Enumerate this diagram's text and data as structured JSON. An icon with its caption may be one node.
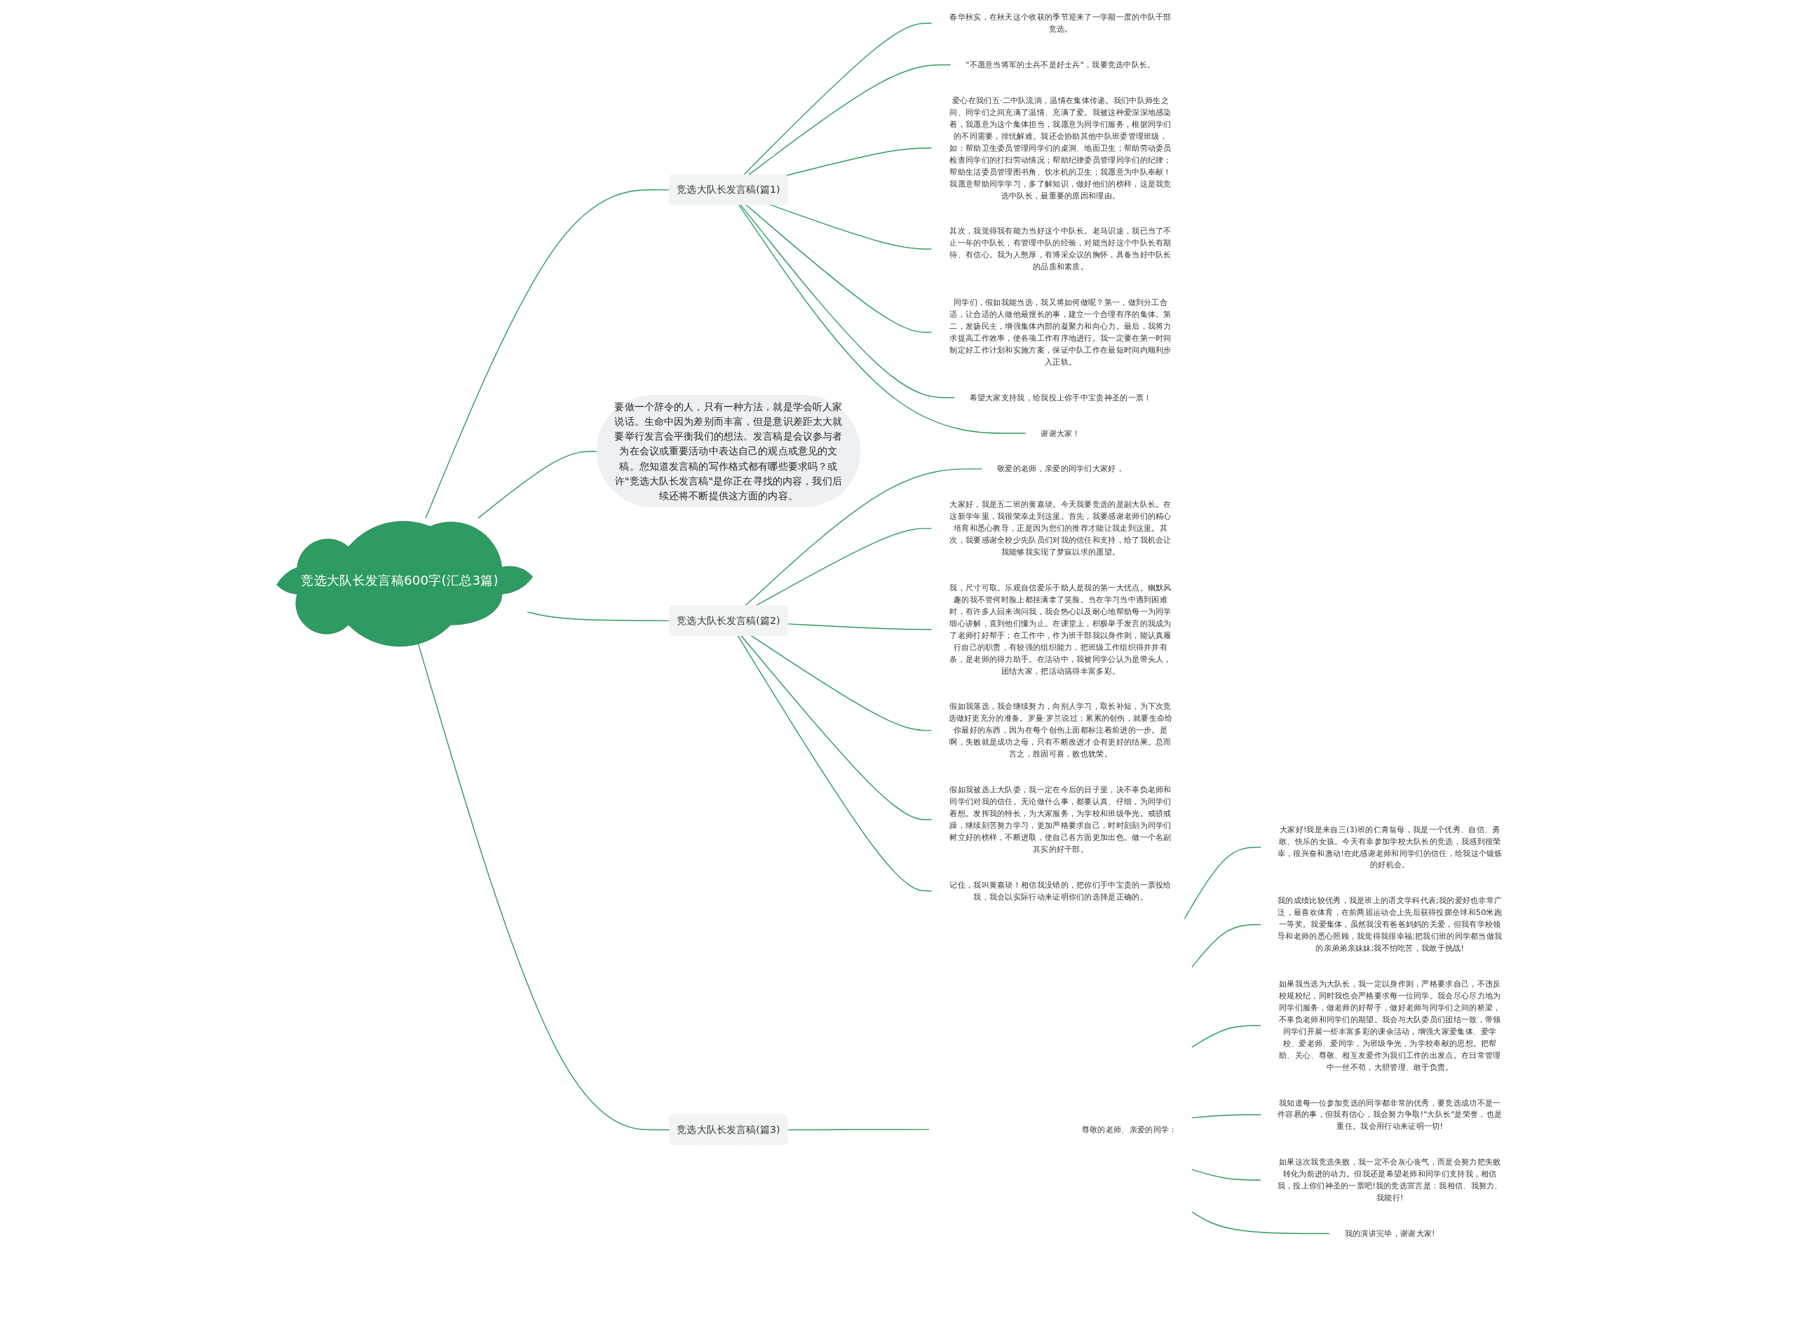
{
  "diagram": {
    "nodes": [
      {
        "text": [
          "竞选大队长发言稿600字(汇总3篇)"
        ]
      },
      {
        "text": [
          "竞选大队长发言稿(篇1)"
        ]
      },
      {
        "text": [
          "春华秋实，在秋天这个收获的季节迎来了一学期一度的中队干部竞选。"
        ]
      },
      {
        "text": [
          "\"不愿意当将军的士兵不是好士兵\"，我要竞选中队长。"
        ]
      },
      {
        "text": [
          "爱心在我们五·二中队流淌，温情在集体传递。我们中队师生之间、同学们之间充满了温情、充满了爱。我被这种爱深深地感染着，我愿意为这个集体担当，我愿意为同学们服务，根据同学们的不同需要，排忧解难。我还会协助其他中队班委管理班级，如：帮助卫生委员管理同学们的桌洞、地面卫生；帮助劳动委员检查同学们的打扫劳动情况；帮助纪律委员管理同学们的纪律；帮助生活委员管理图书角、饮水机的卫生；我愿意为中队奉献！我愿意帮助同学学习，多了解知识，做好他们的榜样，这是我竞选中队长，最重要的原因和理由。"
        ]
      },
      {
        "text": [
          "其次，我觉得我有能力当好这个中队长。老马识途，我已当了不止一年的中队长，有管理中队的经验，对能当好这个中队长有期待、有信心。我为人憨厚，有博采众议的胸怀，具备当好中队长的品质和素质。"
        ]
      },
      {
        "text": [
          "同学们，假如我能当选，我又将如何做呢？第一，做到分工合适，让合适的人做他最擅长的事，建立一个合理有序的集体。第二，发扬民主，增强集体内部的凝聚力和向心力。最后，我将力求提高工作效率，使各项工作有序地进行。我一定要在第一时间制定好工作计划和实施方案，保证中队工作在最短时间内顺利步入正轨。"
        ]
      },
      {
        "text": [
          "希望大家支持我，给我投上你手中宝贵神圣的一票！"
        ]
      },
      {
        "text": [
          "谢谢大家！"
        ]
      },
      {
        "text": [
          "要做一个辞令的人，只有一种方法，就是学会听人家说话。生命中因为差别而丰富，但是意识差距太大就要举行发言会平衡我们的想法。发言稿是会议参与者为在会议或重要活动中表达自己的观点或意见的文稿。您知道发言稿的写作格式都有哪些要求吗？或许\"竞选大队长发言稿\"是你正在寻找的内容，我们后续还将不断提供这方面的内容。"
        ]
      },
      {
        "text": [
          "竞选大队长发言稿(篇2)"
        ]
      },
      {
        "text": [
          "敬爱的老师，亲爱的同学们大家好，"
        ]
      },
      {
        "text": [
          "大家好，我是五二班的黄嘉琰。今天我要竞选的是副大队长。在这新学年里，我很荣幸走到这里。首先，我要感谢老师们的精心培育和悉心教导，正是因为您们的推荐才能让我走到这里。其次，我要感谢全校少先队员们对我的信任和支持，给了我机会让我能够我实现了梦寐以求的愿望。"
        ]
      },
      {
        "text": [
          "我，尺寸可取。乐观自信爱乐于助人是我的第一大优点。幽默风趣的我不管何时脸上都挂满拿了笑脸。当在学习当中遇到困难时，有许多人回来询问我，我会热心以及耐心地帮助每一为同学细心讲解，直到他们懂为止。在课堂上，积极举手发言的我成为了老师打好帮手；在工作中，作为班干部我以身作则，能认真履行自己的职责，有较强的组织能力，把班级工作组织得井井有条，是老师的得力助手。在活动中，我被同学公认为是带头人，团结大家，把活动搞得丰富多彩。"
        ]
      },
      {
        "text": [
          "假如我落选，我会继续努力，向别人学习，取长补短，为下次竞选做好更充分的准备。罗曼·罗兰说过：累累的创伤，就要生命给你最好的东西，因为在每个创伤上面都标注着前进的一步。是啊，失败就是成功之母，只有不断改进才会有更好的结果。总而言之，胜固可喜，败也犹荣。"
        ]
      },
      {
        "text": [
          "假如我被选上大队委，我一定在今后的日子里，决不辜负老师和同学们对我的信任。无论做什么事，都要认真、仔细，为同学们着想。发挥我的特长，为大家服务，为学校和班级争光。戒骄戒躁，继续刻苦努力学习，更加严格要求自己，时时刻刻为同学们树立好的榜样，不断进取，使自己各方面更加出色。做一个名副其实的好干部。"
        ]
      },
      {
        "text": [
          "记住，我叫黄嘉琰！相信我没错的，把你们手中宝贵的一票投给我，我会以实际行动来证明你们的选择是正确的。"
        ]
      },
      {
        "text": [
          "竞选大队长发言稿(篇3)"
        ]
      },
      {
        "text": [
          "尊敬的老师、亲爱的同学："
        ]
      },
      {
        "text": [
          "大家好!我是来自三(3)班的仁青翁母，我是一个优秀、自信、勇敢、快乐的女孩。今天有幸参加学校大队长的竞选，我感到很荣幸，很兴奋和激动!在此感谢老师和同学们的信任，给我这个锻炼的好机会。"
        ]
      },
      {
        "text": [
          "我的成绩比较优秀，我是班上的语文学科代表;我的爱好也非常广泛，最喜欢体育，在前两届运动会上先后获得投掷垒球和50米跑一等奖。我爱集体，虽然我没有爸爸妈妈的关爱，但我有学校领导和老师的悉心照顾，我觉得我很幸福;把我们班的同学都当做我的亲弟弟亲妹妹;我不怕吃苦，我敢于挑战!"
        ]
      },
      {
        "text": [
          "如果我当选为大队长，我一定以身作则，严格要求自己，不违反校规校纪，同时我也会严格要求每一位同学。我会尽心尽力地为同学们服务，做老师的好帮手，做好老师与同学们之间的桥梁，不辜负老师和同学们的期望。我会与大队委员们团结一致，带领同学们开展一些丰富多彩的课余活动，增强大家爱集体、爱学校、爱老师、爱同学，为班级争光，为学校奉献的思想。把帮助、关心、尊敬、相互友爱作为我们工作的出发点。在日常管理中一丝不苟，大胆管理、敢于负责。"
        ]
      },
      {
        "text": [
          "我知道每一位参加竞选的同学都非常的优秀，要竞选成功不是一件容易的事，但我有信心，我会努力争取!\"大队长\"是荣誉，也是重任。我会用行动来证明一切!"
        ]
      },
      {
        "text": [
          "如果这次我竞选失败，我一定不会灰心丧气，而是会努力把失败转化为前进的动力。但我还是希望老师和同学们支持我，相信我，投上你们神圣的一票吧!我的竞选宣言是：我相信、我努力、我能行!"
        ]
      },
      {
        "text": [
          "我的演讲完毕，谢谢大家!"
        ]
      }
    ],
    "edges": [
      {
        "from": 0,
        "to": 1,
        "arrow": "none"
      },
      {
        "from": 1,
        "to": 2,
        "arrow": "none"
      },
      {
        "from": 1,
        "to": 3,
        "arrow": "none"
      },
      {
        "from": 1,
        "to": 4,
        "arrow": "none"
      },
      {
        "from": 1,
        "to": 5,
        "arrow": "none"
      },
      {
        "from": 1,
        "to": 6,
        "arrow": "none"
      },
      {
        "from": 1,
        "to": 7,
        "arrow": "none"
      },
      {
        "from": 1,
        "to": 8,
        "arrow": "none"
      },
      {
        "from": 0,
        "to": 9,
        "arrow": "none"
      },
      {
        "from": 0,
        "to": 10,
        "arrow": "none"
      },
      {
        "from": 10,
        "to": 11,
        "arrow": "none"
      },
      {
        "from": 10,
        "to": 12,
        "arrow": "none"
      },
      {
        "from": 10,
        "to": 13,
        "arrow": "none"
      },
      {
        "from": 10,
        "to": 14,
        "arrow": "none"
      },
      {
        "from": 10,
        "to": 15,
        "arrow": "none"
      },
      {
        "from": 10,
        "to": 16,
        "arrow": "none"
      },
      {
        "from": 0,
        "to": 17,
        "arrow": "none"
      },
      {
        "from": 17,
        "to": 18,
        "arrow": "none"
      },
      {
        "from": 18,
        "to": 19,
        "arrow": "none"
      },
      {
        "from": 18,
        "to": 20,
        "arrow": "none"
      },
      {
        "from": 18,
        "to": 21,
        "arrow": "none"
      },
      {
        "from": 18,
        "to": 22,
        "arrow": "none"
      },
      {
        "from": 18,
        "to": 23,
        "arrow": "none"
      },
      {
        "from": 18,
        "to": 24,
        "arrow": "none"
      }
    ]
  }
}
